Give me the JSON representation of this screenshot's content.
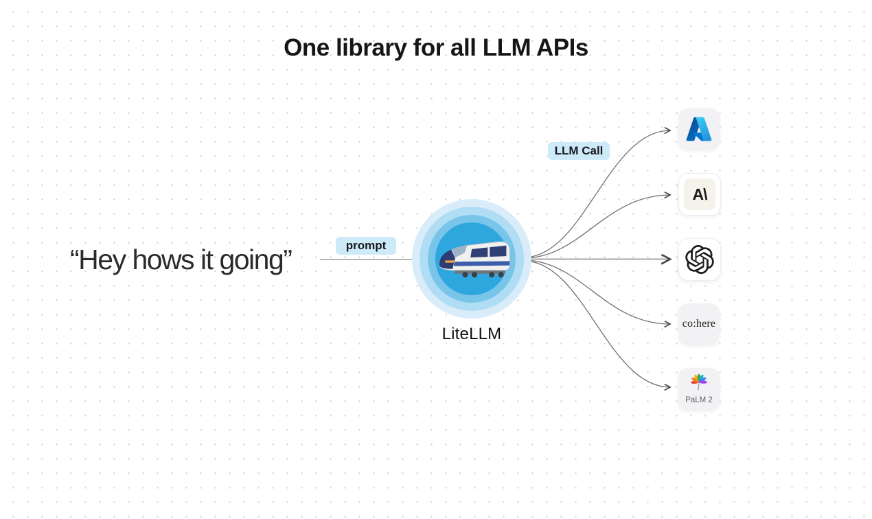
{
  "title": "One library for all LLM APIs",
  "quote": "“Hey hows it going”",
  "labels": {
    "prompt": "prompt",
    "llm_call": "LLM Call",
    "litellm": "LiteLLM"
  },
  "hub": {
    "icon": "bullet-train-emoji"
  },
  "providers": [
    {
      "id": "azure",
      "icon": "azure-logo-icon"
    },
    {
      "id": "anthropic",
      "icon": "anthropic-logo-icon",
      "logo_text": "A\\"
    },
    {
      "id": "openai",
      "icon": "openai-logo-icon"
    },
    {
      "id": "cohere",
      "icon": "cohere-logo-icon",
      "logo_text": "co:here"
    },
    {
      "id": "palm2",
      "icon": "palm-tree-icon",
      "label": "PaLM 2"
    }
  ],
  "colors": {
    "badge_bg": "#cdeaf9",
    "badge_text": "#16181d",
    "ring_outer": "#d8edf9",
    "ring_2": "#b0ddf4",
    "ring_3": "#79c5ea",
    "ring_core": "#2ea6de",
    "connector_line": "#6e6e6e",
    "main_line": "#a6a6a6",
    "dot_grid": "#d4d4d4",
    "title_text": "#161616"
  }
}
